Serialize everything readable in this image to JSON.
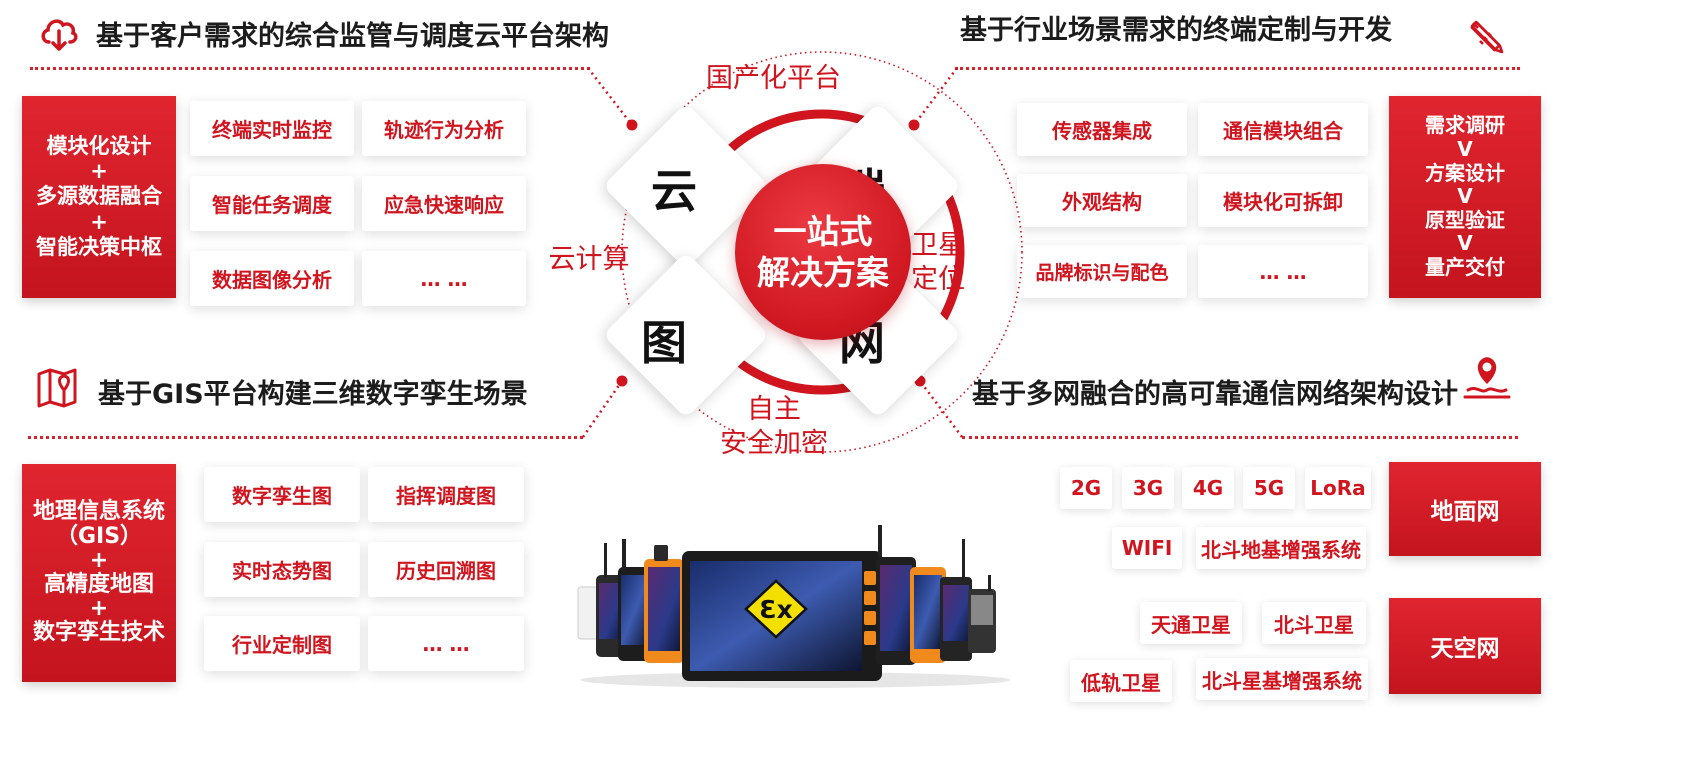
{
  "colors": {
    "accent": "#d0151f",
    "red_dark": "#c4141e",
    "text": "#1c1c1c"
  },
  "icons": [
    "cloud-download-icon",
    "pencil-ruler-icon",
    "map-icon",
    "location-pin-icon"
  ],
  "top_left": {
    "title": "基于客户需求的综合监管与调度云平台架构",
    "box_lines": [
      "模块化设计",
      "+",
      "多源数据融合",
      "+",
      "智能决策中枢"
    ],
    "cards": [
      "终端实时监控",
      "轨迹行为分析",
      "智能任务调度",
      "应急快速响应",
      "数据图像分析",
      "… …"
    ]
  },
  "top_right": {
    "title": "基于行业场景需求的终端定制与开发",
    "box_lines": [
      "需求调研",
      "V",
      "方案设计",
      "V",
      "原型验证",
      "V",
      "量产交付"
    ],
    "cards": [
      "传感器集成",
      "通信模块组合",
      "外观结构",
      "模块化可拆卸",
      "品牌标识与配色",
      "… …"
    ]
  },
  "bottom_left": {
    "title": "基于GIS平台构建三维数字孪生场景",
    "box_lines": [
      "地理信息系统",
      "（GIS）",
      "+",
      "高精度地图",
      "+",
      "数字孪生技术"
    ],
    "cards": [
      "数字孪生图",
      "指挥调度图",
      "实时态势图",
      "历史回溯图",
      "行业定制图",
      "… …"
    ]
  },
  "bottom_right": {
    "title": "基于多网融合的高可靠通信网络架构设计",
    "ground_label": "地面网",
    "sky_label": "天空网",
    "ground_items": [
      "2G",
      "3G",
      "4G",
      "5G",
      "LoRa",
      "WIFI",
      "北斗地基增强系统"
    ],
    "sky_items": [
      "天通卫星",
      "北斗卫星",
      "低轨卫星",
      "北斗星基增强系统"
    ]
  },
  "center": {
    "core": [
      "一站式",
      "解决方案"
    ],
    "quadrants": [
      "云",
      "端",
      "图",
      "网"
    ],
    "ring_labels": {
      "top": "国产化平台",
      "left": "云计算",
      "right": [
        "卫星",
        "定位"
      ],
      "bottom": [
        "自主",
        "安全加密"
      ]
    }
  },
  "device_badge": "Ɛx"
}
